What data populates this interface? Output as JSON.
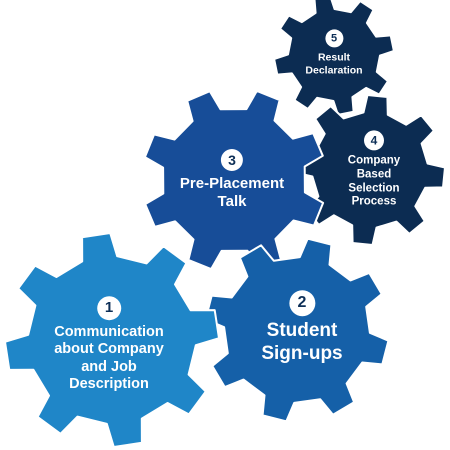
{
  "colors": {
    "gear1": "#1f86c8",
    "gear2": "#1560a8",
    "gear3": "#174d98",
    "gear4": "#0c2c52",
    "gear5": "#0c2c52",
    "number_text": "#0d2f57"
  },
  "steps": [
    {
      "number": "1",
      "text": "Communication\nabout Company\nand Job\nDescription"
    },
    {
      "number": "2",
      "text": "Student\nSign-ups"
    },
    {
      "number": "3",
      "text": "Pre-Placement\nTalk"
    },
    {
      "number": "4",
      "text": "Company Based\nSelection\nProcess"
    },
    {
      "number": "5",
      "text": "Result\nDeclaration"
    }
  ]
}
